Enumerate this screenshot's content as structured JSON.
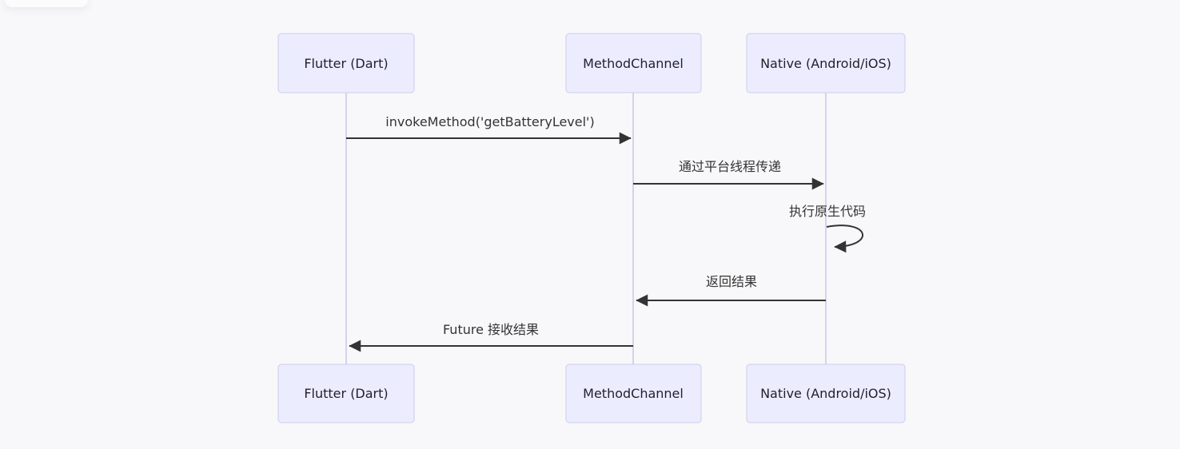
{
  "app": {
    "background_color": "#F8F8FA"
  },
  "diagram": {
    "type": "sequence-diagram",
    "actors": [
      {
        "id": "flutter",
        "label": "Flutter (Dart)"
      },
      {
        "id": "method_channel",
        "label": "MethodChannel"
      },
      {
        "id": "native",
        "label": "Native (Android/iOS)"
      }
    ],
    "messages": [
      {
        "from": "Flutter (Dart)",
        "to": "MethodChannel",
        "label": "invokeMethod('getBatteryLevel')",
        "arrow": "solid-filled"
      },
      {
        "from": "MethodChannel",
        "to": "Native (Android/iOS)",
        "label": "通过平台线程传递",
        "arrow": "solid-filled"
      },
      {
        "from": "Native (Android/iOS)",
        "to": "Native (Android/iOS)",
        "label": "执行原生代码",
        "arrow": "self-loop"
      },
      {
        "from": "Native (Android/iOS)",
        "to": "MethodChannel",
        "label": "返回结果",
        "arrow": "solid-filled"
      },
      {
        "from": "MethodChannel",
        "to": "Flutter (Dart)",
        "label": "Future 接收结果",
        "arrow": "solid-filled"
      }
    ],
    "colors": {
      "actor_fill": "#ECECFF",
      "actor_border": "#CCCCEB",
      "actor_text": "#1F1F2E",
      "lifeline": "#D5D2EC",
      "arrow": "#333333",
      "message_text": "#333333",
      "canvas_background": "#F8F8FA"
    }
  }
}
